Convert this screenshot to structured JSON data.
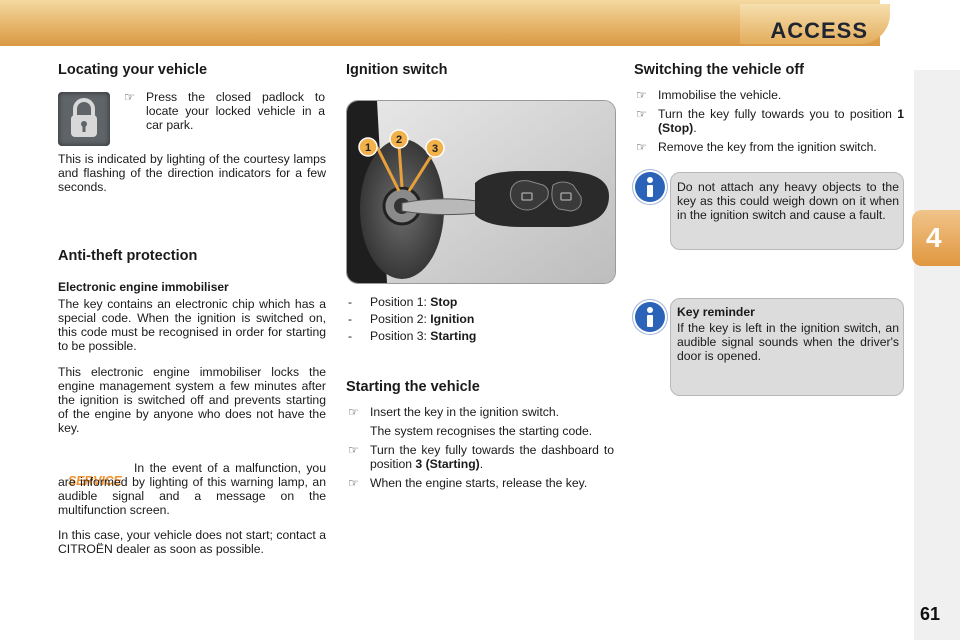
{
  "header": {
    "title": "ACCESS"
  },
  "chapter_tab": "4",
  "page_number": "61",
  "locating": {
    "heading": "Locating your vehicle",
    "bullet": "Press the closed padlock to locate your locked vehicle in a car park.",
    "para": "This is indicated by lighting of the courtesy lamps and flashing of the direction indicators for a few seconds."
  },
  "anti_theft": {
    "heading": "Anti-theft protection",
    "subheading": "Electronic engine immobiliser",
    "para1": "The key contains an electronic chip which has a special code. When the ignition is switched on, this code must be recognised in order for starting to be possible.",
    "para2": "This electronic engine immobiliser locks the engine management system a few minutes after the ignition is switched off and prevents starting of the engine by anyone who does not have the key.",
    "service_label": "SERVICE",
    "malfunction": "In the event of a malfunction, you are informed by lighting of this warning lamp, an audible signal and a message on the multifunction screen.",
    "para3": "In this case, your vehicle does not start; contact a CITROËN dealer as soon as possible."
  },
  "ignition": {
    "heading": "Ignition switch",
    "callouts": [
      "1",
      "2",
      "3"
    ],
    "positions": [
      {
        "prefix": "Position 1: ",
        "name": "Stop"
      },
      {
        "prefix": "Position 2: ",
        "name": "Ignition"
      },
      {
        "prefix": "Position 3: ",
        "name": "Starting"
      }
    ]
  },
  "starting": {
    "heading": "Starting the vehicle",
    "step1": "Insert the key in the ignition switch.",
    "step1_note": "The system recognises the starting code.",
    "step2_text": "Turn the key fully towards the dashboard to position ",
    "step2_bold": "3 (Starting)",
    "step3": "When the engine starts, release the key."
  },
  "switching_off": {
    "heading": "Switching the vehicle off",
    "step1": "Immobilise the vehicle.",
    "step2_text": "Turn the key fully towards you to position ",
    "step2_bold": "1 (Stop)",
    "step3": "Remove the key from the ignition switch."
  },
  "info_box_1": {
    "text": "Do not attach any heavy objects to the key as this could weigh down on it when in the ignition switch and cause a fault."
  },
  "info_box_2": {
    "title": "Key reminder",
    "text": "If the key is left in the ignition switch, an audible signal sounds when the driver's door is opened."
  },
  "bullet_glyph": "☞",
  "dash_glyph": "-",
  "period": ".",
  "colors": {
    "header_orange": "#e6b56a",
    "info_blue": "#2a63b8",
    "service_orange": "#f1932c",
    "info_box_bg": "#dcdcdc"
  }
}
